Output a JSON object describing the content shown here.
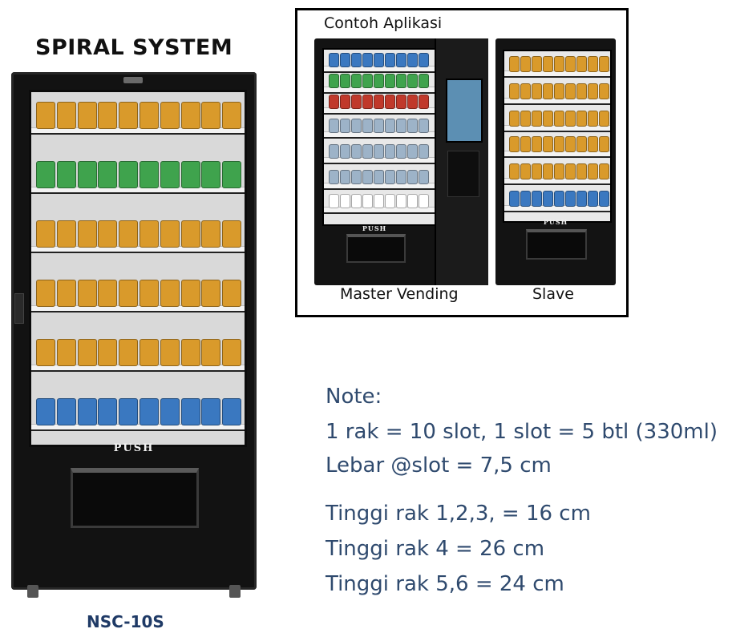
{
  "header": {
    "title": "SPIRAL SYSTEM"
  },
  "machine": {
    "push_label": "PUSH",
    "model": "NSC-10S"
  },
  "example": {
    "title": "Contoh Aplikasi",
    "master_caption": "Master Vending",
    "slave_caption": "Slave",
    "master_push": "PUSH",
    "slave_push": "PUSH"
  },
  "notes": {
    "heading": "Note:",
    "line1": "1 rak = 10 slot, 1 slot = 5 btl (330ml)",
    "line2": "Lebar @slot = 7,5 cm",
    "line3": "Tinggi rak 1,2,3, = 16 cm",
    "line4": "Tinggi rak 4 = 26 cm",
    "line5": "Tinggi rak 5,6 = 24 cm"
  },
  "colors": {
    "note_text": "#2f4a6e",
    "model_text": "#1f3a66",
    "cabinet": "#131313",
    "product_orange": "#d99a2b",
    "product_green": "#3fa34d",
    "product_blue": "#3a78c0"
  }
}
